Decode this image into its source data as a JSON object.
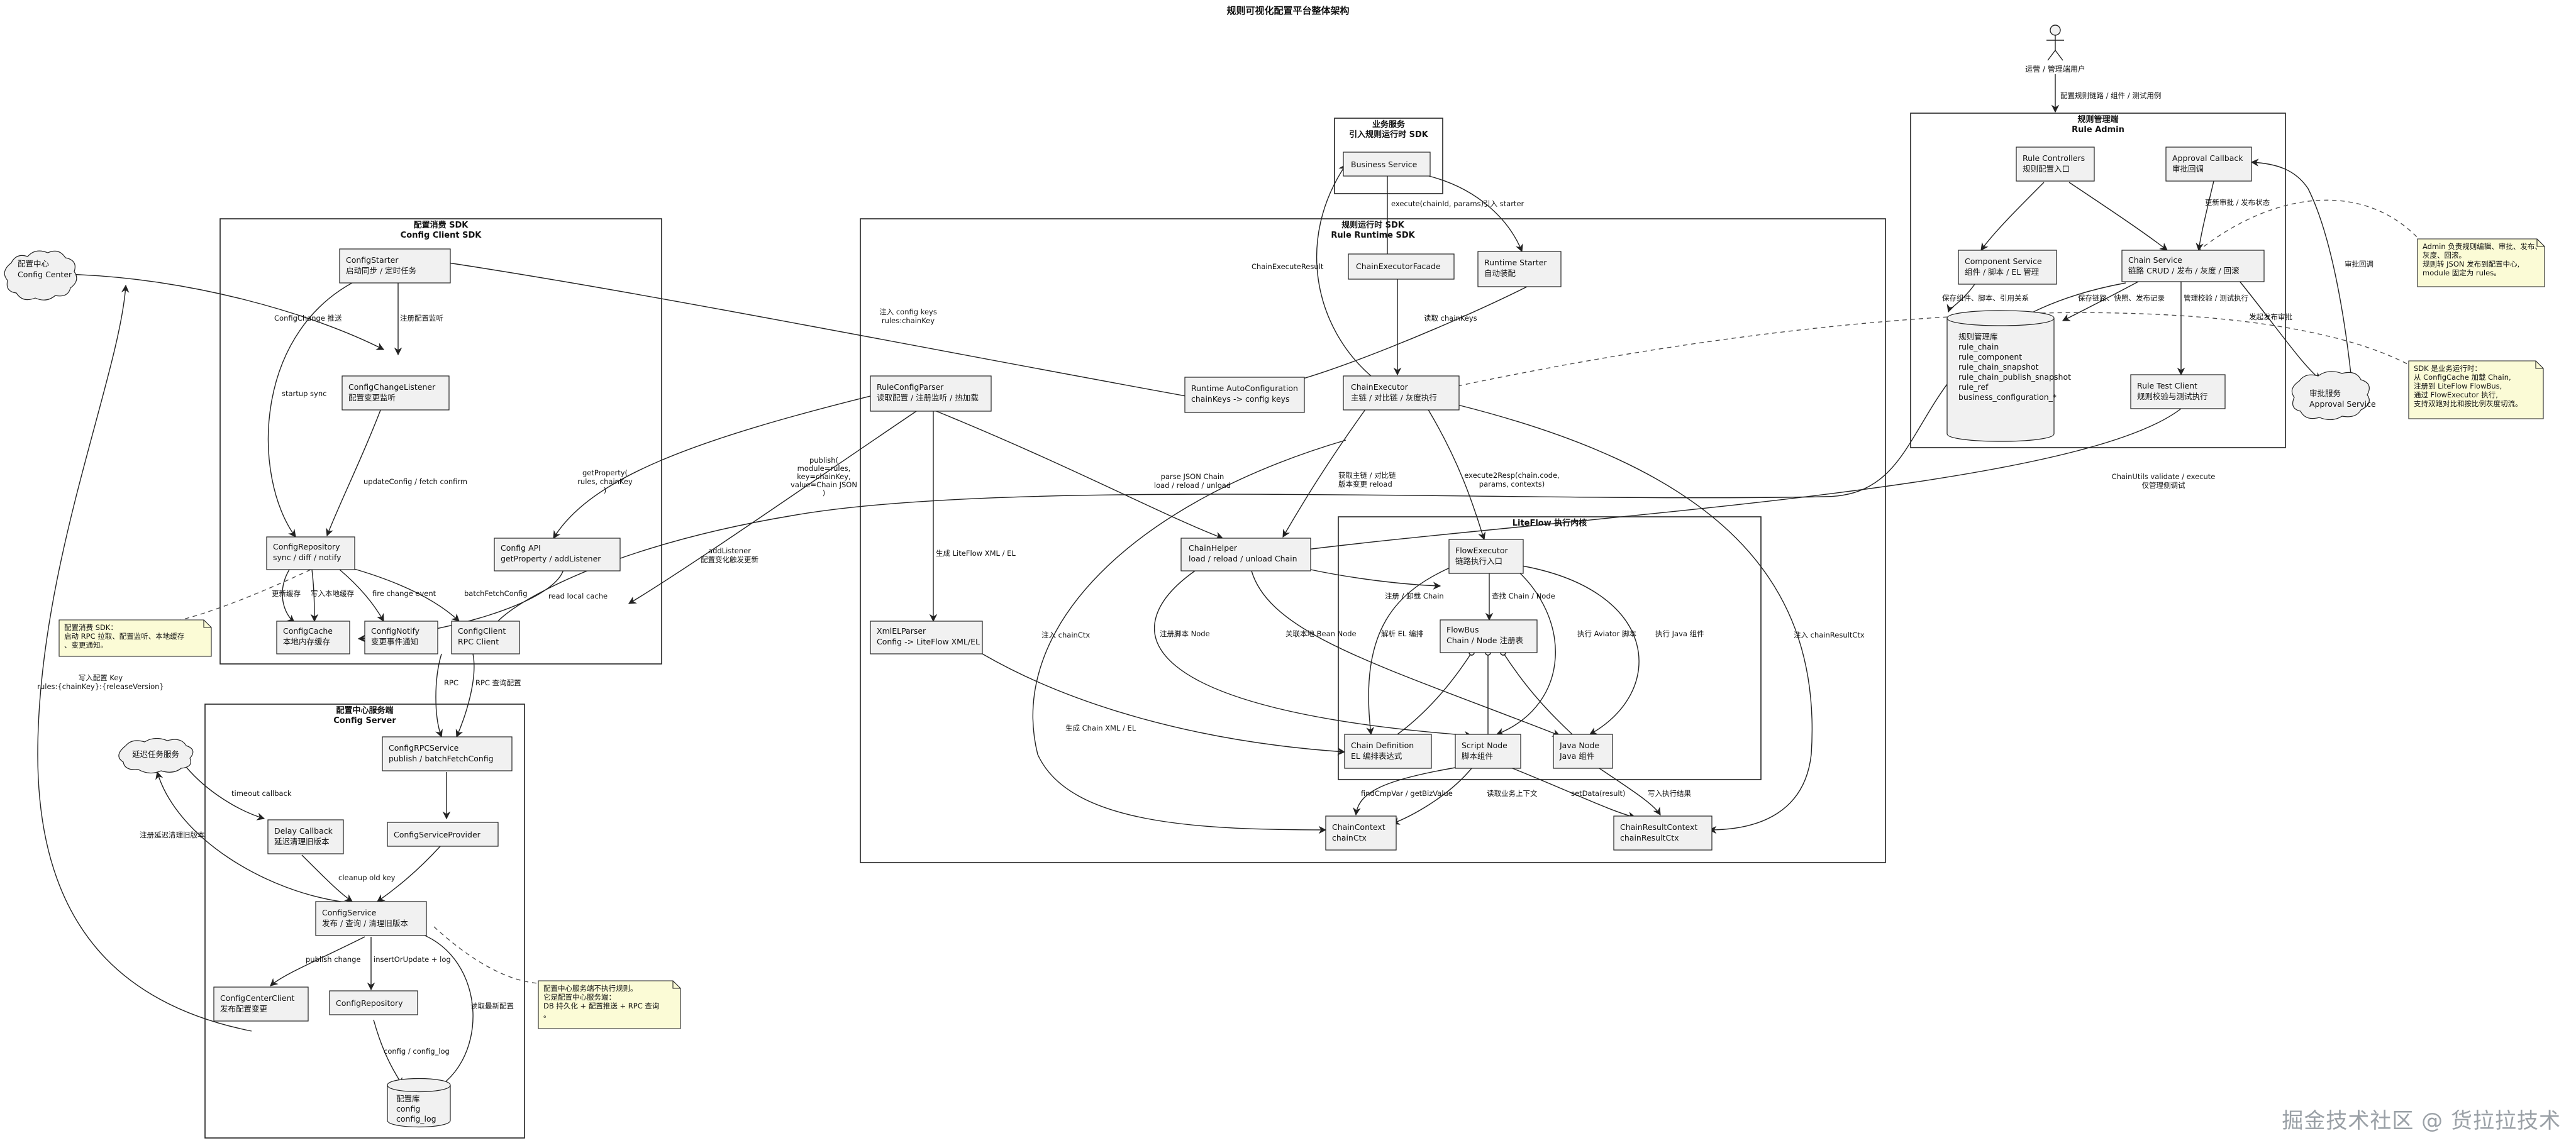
{
  "title": "规则可视化配置平台整体架构",
  "watermark": "掘金技术社区 @ 货拉拉技术",
  "actor": {
    "name": "运营 / 管理端用户"
  },
  "clouds": {
    "config_center": [
      "配置中心",
      "Config Center"
    ],
    "delay_task": [
      "延迟任务服务"
    ],
    "approval": [
      "审批服务",
      "Approval Service"
    ]
  },
  "packages": {
    "biz": [
      "业务服务",
      "引入规则运行时 SDK"
    ],
    "client_sdk": [
      "配置消费 SDK",
      "Config Client SDK"
    ],
    "runtime_sdk": [
      "规则运行时 SDK",
      "Rule Runtime SDK"
    ],
    "admin": [
      "规则管理端",
      "Rule Admin"
    ],
    "server": [
      "配置中心服务端",
      "Config Server"
    ],
    "liteflow": [
      "LiteFlow 执行内核"
    ]
  },
  "components": {
    "business_service": [
      "Business Service"
    ],
    "chain_executor_facade": [
      "ChainExecutorFacade"
    ],
    "runtime_starter": [
      "Runtime Starter",
      "自动装配"
    ],
    "runtime_autoconfig": [
      "Runtime AutoConfiguration",
      "chainKeys -> config keys"
    ],
    "chain_executor": [
      "ChainExecutor",
      "主链 / 对比链 / 灰度执行"
    ],
    "rule_config_parser": [
      "RuleConfigParser",
      "读取配置 / 注册监听 / 热加载"
    ],
    "xml_el_parser": [
      "XmlELParser",
      "Config -> LiteFlow XML/EL"
    ],
    "chain_helper": [
      "ChainHelper",
      "load / reload / unload Chain"
    ],
    "flow_executor": [
      "FlowExecutor",
      "链路执行入口"
    ],
    "flow_bus": [
      "FlowBus",
      "Chain / Node 注册表"
    ],
    "chain_definition": [
      "Chain Definition",
      "EL 编排表达式"
    ],
    "script_node": [
      "Script Node",
      "脚本组件"
    ],
    "java_node": [
      "Java Node",
      "Java 组件"
    ],
    "chain_context": [
      "ChainContext",
      "chainCtx"
    ],
    "chain_result_context": [
      "ChainResultContext",
      "chainResultCtx"
    ],
    "config_starter": [
      "ConfigStarter",
      "启动同步 / 定时任务"
    ],
    "config_change_listener": [
      "ConfigChangeListener",
      "配置变更监听"
    ],
    "config_repository_client": [
      "ConfigRepository",
      "sync / diff / notify"
    ],
    "config_api": [
      "Config API",
      "getProperty / addListener"
    ],
    "config_cache": [
      "ConfigCache",
      "本地内存缓存"
    ],
    "config_notify": [
      "ConfigNotify",
      "变更事件通知"
    ],
    "config_client": [
      "ConfigClient",
      "RPC Client"
    ],
    "rule_controllers": [
      "Rule Controllers",
      "规则配置入口"
    ],
    "approval_callback": [
      "Approval Callback",
      "审批回调"
    ],
    "component_service": [
      "Component Service",
      "组件 / 脚本 / EL 管理"
    ],
    "chain_service": [
      "Chain Service",
      "链路 CRUD / 发布 / 灰度 / 回滚"
    ],
    "rule_test_client": [
      "Rule Test Client",
      "规则校验与测试执行"
    ],
    "config_rpc_service": [
      "ConfigRPCService",
      "publish / batchFetchConfig"
    ],
    "config_service_provider": [
      "ConfigServiceProvider"
    ],
    "delay_callback": [
      "Delay Callback",
      "延迟清理旧版本"
    ],
    "config_service": [
      "ConfigService",
      "发布 / 查询 / 清理旧版本"
    ],
    "config_center_client": [
      "ConfigCenterClient",
      "发布配置变更"
    ],
    "config_repository_server": [
      "ConfigRepository"
    ]
  },
  "databases": {
    "rule_db": [
      "规则管理库",
      "rule_chain",
      "rule_component",
      "rule_chain_snapshot",
      "rule_chain_publish_snapshot",
      "rule_ref",
      "business_configuration_*"
    ],
    "config_db": [
      "配置库",
      "config",
      "config_log"
    ]
  },
  "notes": {
    "client_sdk": [
      "配置消费 SDK：",
      "启动 RPC 拉取、配置监听、本地缓存",
      "、变更通知。"
    ],
    "admin": [
      "Admin 负责规则编辑、审批、发布、",
      "灰度、回滚。",
      "规则转 JSON 发布到配置中心,",
      "module 固定为 rules。"
    ],
    "runtime": [
      "SDK 是业务运行时：",
      "从 ConfigCache 加载 Chain,",
      "注册到 LiteFlow FlowBus,",
      "通过 FlowExecutor 执行,",
      "支持双跑对比和按比例灰度切流。"
    ],
    "server": [
      "配置中心服务端不执行规则。",
      "它是配置中心服务端：",
      "DB 持久化 + 配置推送 + RPC 查询",
      "。"
    ]
  },
  "edges": {
    "actor_to_admin": "配置规则链路 / 组件 / 测试用例",
    "execute": "execute(chainId, params)",
    "starter": "引入 starter",
    "chain_execute_result": "ChainExecuteResult",
    "read_chainkeys": "读取 chainKeys",
    "inject_config_keys": [
      "注入 config keys",
      "rules:chainKey"
    ],
    "config_change_push": "ConfigChange 推送",
    "register_listener": "注册配置监听",
    "startup_sync": "startup sync",
    "update_config": "updateConfig / fetch confirm",
    "get_property": [
      "getProperty(",
      "rules, chainKey",
      ")"
    ],
    "publish": [
      "publish(",
      "module=rules,",
      "key=chainKey,",
      "value=Chain JSON",
      ")"
    ],
    "add_listener": [
      "addListener",
      "配置变化触发更新"
    ],
    "parse_json": [
      "parse JSON Chain",
      "load / reload / unload"
    ],
    "gen_xml": "生成 LiteFlow XML / EL",
    "get_main_chain": [
      "获取主链 / 对比链",
      "版本变更 reload"
    ],
    "execute2resp": [
      "execute2Resp(chain.code,",
      "params, contexts)"
    ],
    "update_cache": "更新缓存",
    "write_cache": "写入本地缓存",
    "fire_event": "fire change event",
    "batch_fetch": "batchFetchConfig",
    "read_cache": "read local cache",
    "rpc": "RPC",
    "rpc_query": "RPC 查询配置",
    "write_key": [
      "写入配置 Key",
      "rules:{chainKey}:{releaseVersion}"
    ],
    "timeout_cb": "timeout callback",
    "register_delay": "注册延迟清理旧版本",
    "cleanup": "cleanup old key",
    "publish_change": "publish change",
    "insert_update": "insertOrUpdate + log",
    "read_latest": "读取最新配置",
    "config_log": "config / config_log",
    "gen_chain_xml": "生成 Chain XML / EL",
    "register_chain": "注册 / 卸载 Chain",
    "find_chain": "查找 Chain / Node",
    "parse_el": "解析 EL 编排",
    "exec_aviator": "执行 Aviator 脚本",
    "exec_java": "执行 Java 组件",
    "reg_script": "注册脚本 Node",
    "bind_bean": "关联本地 Bean Node",
    "inject_ctx": "注入 chainCtx",
    "inject_result_ctx": "注入 chainResultCtx",
    "find_cmp": "findCmpVar / getBizValue",
    "read_biz": "读取业务上下文",
    "set_data": "setData(result)",
    "write_result": "写入执行结果",
    "update_approval": "更新审批 / 发布状态",
    "approval_return": "审批回调",
    "start_approval": "发起发布审批",
    "save_components": "保存组件、脚本、引用关系",
    "save_chain": "保存链路、快照、发布记录",
    "manage_check": "管理校验 / 测试执行",
    "chain_utils": [
      "ChainUtils validate / execute",
      "仅管理侧调试"
    ]
  }
}
